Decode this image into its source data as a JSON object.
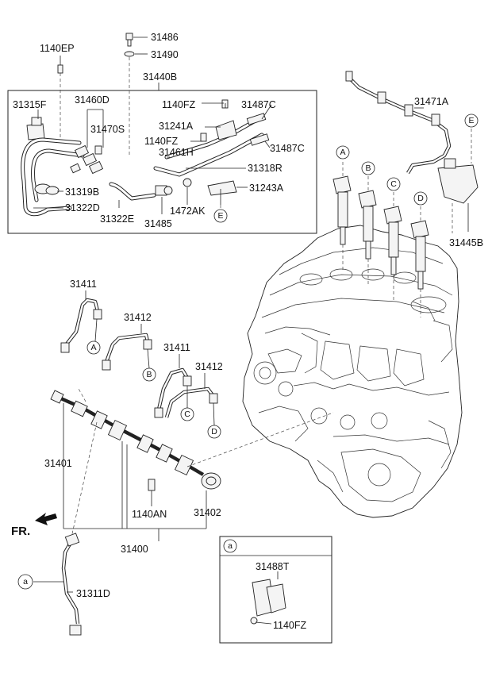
{
  "labels": {
    "l_1140EP": "1140EP",
    "l_31486": "31486",
    "l_31490": "31490",
    "l_31440B": "31440B",
    "l_31315F": "31315F",
    "l_31460D": "31460D",
    "l_1140FZ_a": "1140FZ",
    "l_31487C_a": "31487C",
    "l_31470S": "31470S",
    "l_31241A": "31241A",
    "l_1140FZ_b": "1140FZ",
    "l_31461H": "31461H",
    "l_31487C_b": "31487C",
    "l_31318R": "31318R",
    "l_31319B": "31319B",
    "l_31243A": "31243A",
    "l_31322D": "31322D",
    "l_1472AK": "1472AK",
    "l_31322E": "31322E",
    "l_31485": "31485",
    "l_31471A": "31471A",
    "l_31445B": "31445B",
    "l_31411_a": "31411",
    "l_31412_a": "31412",
    "l_31411_b": "31411",
    "l_31412_b": "31412",
    "l_31401": "31401",
    "l_1140AN": "1140AN",
    "l_31402": "31402",
    "l_31400": "31400",
    "l_31311D": "31311D",
    "l_31488T": "31488T",
    "l_1140FZ_c": "1140FZ"
  },
  "circles": {
    "c_A_top": "A",
    "c_B_top": "B",
    "c_C_top": "C",
    "c_D_top": "D",
    "c_E_top": "E",
    "c_E_inner": "E",
    "c_A_pipe": "A",
    "c_B_pipe": "B",
    "c_C_pipe": "C",
    "c_D_pipe": "D",
    "c_a_left": "a",
    "c_a_inset": "a"
  },
  "front_marker": "FR."
}
